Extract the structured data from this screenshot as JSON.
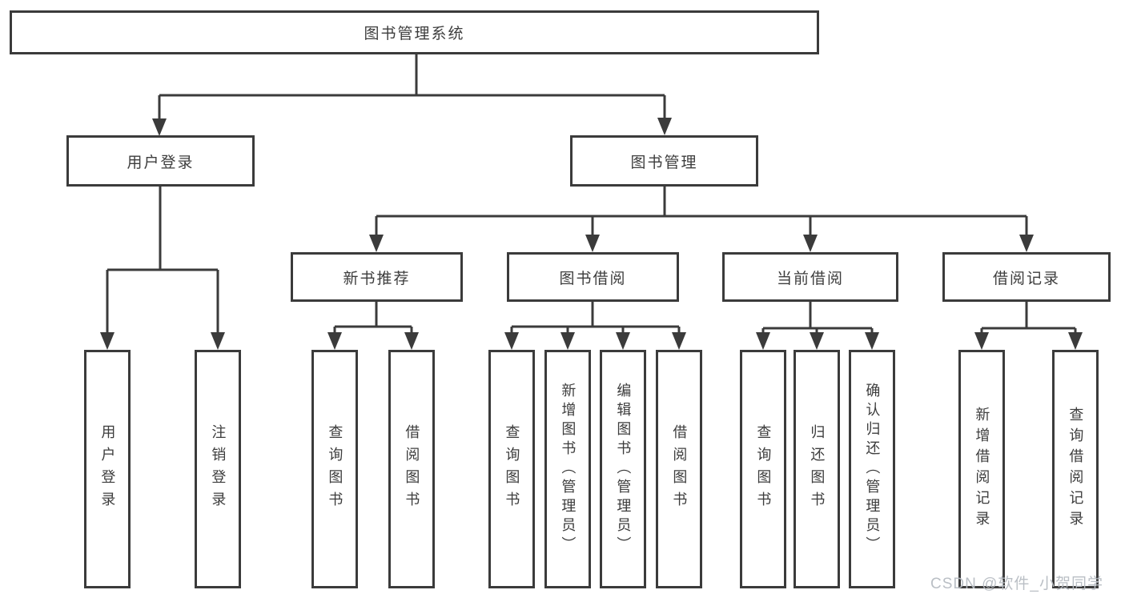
{
  "diagram": {
    "title": "图书管理系统",
    "root": {
      "label": "图书管理系统"
    },
    "level2": [
      {
        "id": "user-login",
        "label": "用户登录"
      },
      {
        "id": "book-management",
        "label": "图书管理"
      }
    ],
    "level3": [
      {
        "id": "new-book-recommendation",
        "label": "新书推荐",
        "parent": "图书管理"
      },
      {
        "id": "book-borrowing",
        "label": "图书借阅",
        "parent": "图书管理"
      },
      {
        "id": "current-borrowing",
        "label": "当前借阅",
        "parent": "图书管理"
      },
      {
        "id": "borrowing-records",
        "label": "借阅记录",
        "parent": "图书管理"
      }
    ],
    "leaves": [
      {
        "id": "leaf-user-login",
        "label": "用户登录",
        "parent": "用户登录"
      },
      {
        "id": "leaf-logout",
        "label": "注销登录",
        "parent": "用户登录"
      },
      {
        "id": "leaf-query-book-recommend",
        "label": "查询图书",
        "parent": "新书推荐"
      },
      {
        "id": "leaf-borrow-book-recommend",
        "label": "借阅图书",
        "parent": "新书推荐"
      },
      {
        "id": "leaf-query-book-borrowing",
        "label": "查询图书",
        "parent": "图书借阅"
      },
      {
        "id": "leaf-add-book-admin",
        "label": "新增图书（管理员）",
        "parent": "图书借阅"
      },
      {
        "id": "leaf-edit-book-admin",
        "label": "编辑图书（管理员）",
        "parent": "图书借阅"
      },
      {
        "id": "leaf-borrow-book-borrowing",
        "label": "借阅图书",
        "parent": "图书借阅"
      },
      {
        "id": "leaf-query-book-current",
        "label": "查询图书",
        "parent": "当前借阅"
      },
      {
        "id": "leaf-return-book",
        "label": "归还图书",
        "parent": "当前借阅"
      },
      {
        "id": "leaf-confirm-return-admin",
        "label": "确认归还（管理员）",
        "parent": "当前借阅"
      },
      {
        "id": "leaf-add-borrow-record",
        "label": "新增借阅记录",
        "parent": "借阅记录"
      },
      {
        "id": "leaf-query-borrow-record",
        "label": "查询借阅记录",
        "parent": "借阅记录"
      }
    ]
  },
  "watermark": {
    "text": "CSDN @软件_小贺同学"
  },
  "colors": {
    "line": "#3b3b3b",
    "box_border": "#3b3b3b",
    "text": "#3d3d3d",
    "box_background": "#ffffff",
    "page_background": "#ffffff",
    "watermark": "#b6bcc2"
  }
}
